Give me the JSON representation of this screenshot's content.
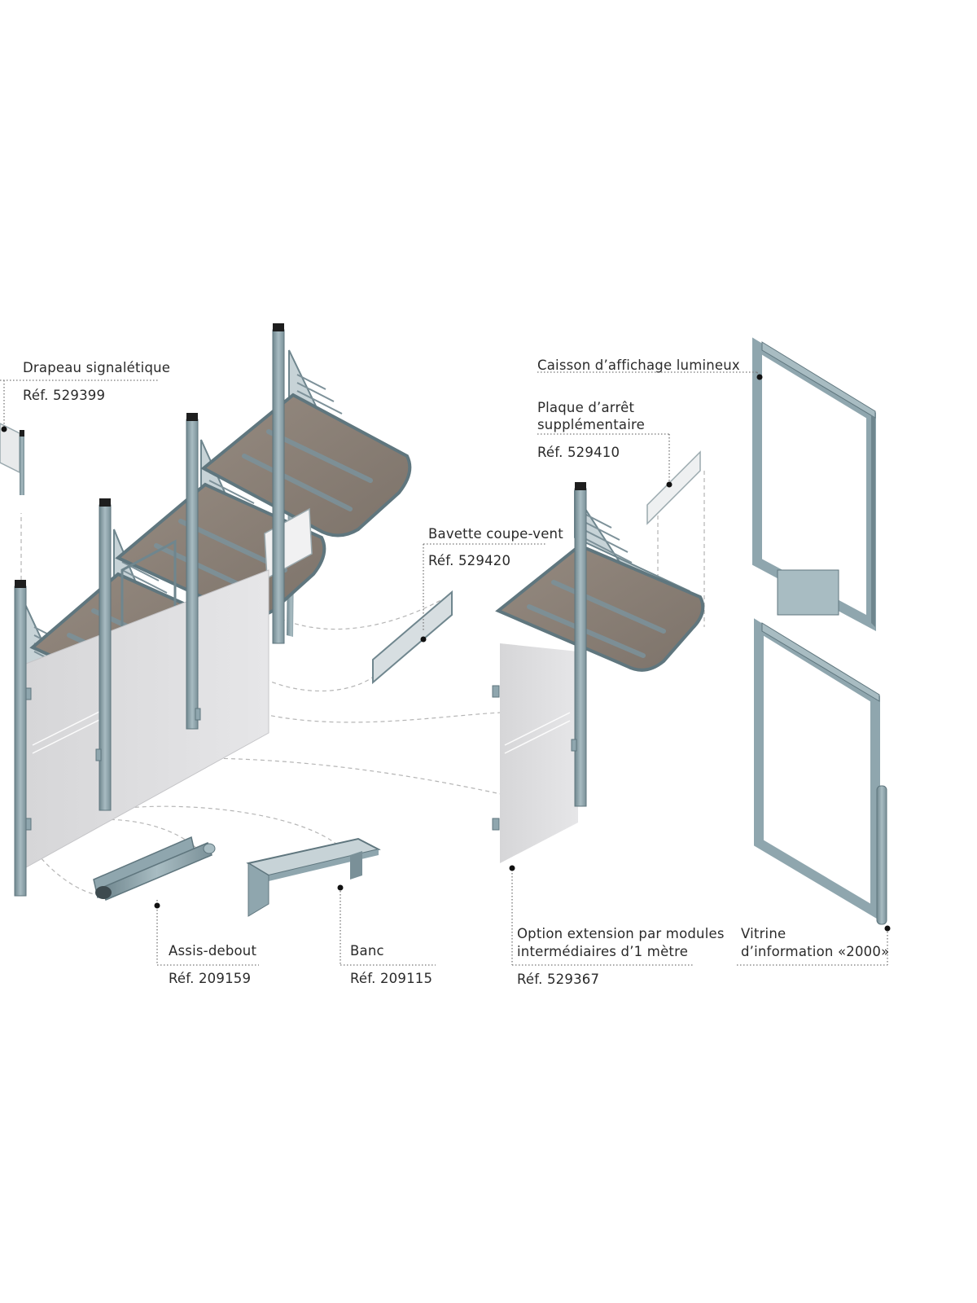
{
  "callouts": {
    "drapeau": {
      "name": "Drapeau signalétique",
      "ref": "Réf. 529399"
    },
    "caisson": {
      "name": "Caisson d’affichage lumineux"
    },
    "plaque": {
      "name_line1": "Plaque d’arrêt",
      "name_line2": "supplémentaire",
      "ref": "Réf. 529410"
    },
    "bavette": {
      "name": "Bavette coupe-vent",
      "ref": "Réf. 529420"
    },
    "assis": {
      "name": "Assis-debout",
      "ref": "Réf. 209159"
    },
    "banc": {
      "name": "Banc",
      "ref": "Réf. 209115"
    },
    "option": {
      "name_line1": "Option extension par modules",
      "name_line2": "intermédiaires d’1 mètre",
      "ref": "Réf. 529367"
    },
    "vitrine": {
      "name_line1": "Vitrine",
      "name_line2": "d’information «2000»"
    }
  },
  "colors": {
    "steel": "#8fa6ae",
    "steel_dark": "#5f767e",
    "roof_glass": "#8a8076",
    "side_glass": "#dcdcde",
    "leader": "#9a9a9a"
  }
}
